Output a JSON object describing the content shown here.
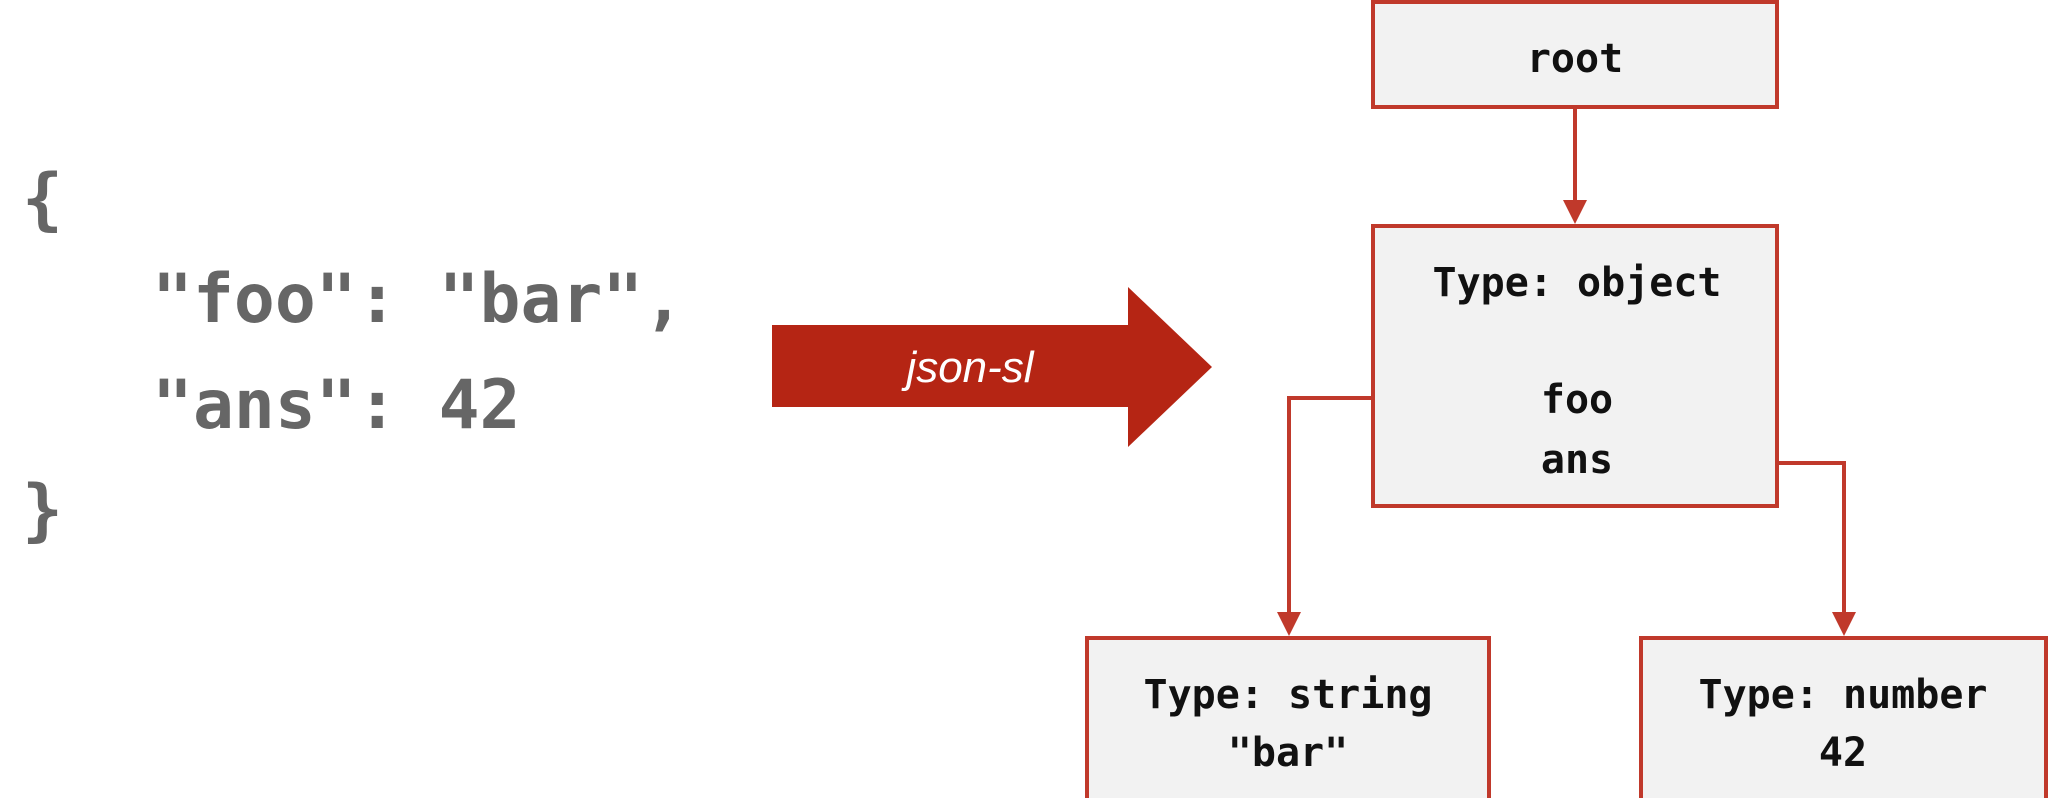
{
  "json_source": {
    "lines": [
      "{",
      "\"foo\": \"bar\",",
      "\"ans\": 42",
      "}"
    ]
  },
  "transform_arrow": {
    "label": "json-sl"
  },
  "tree": {
    "root": {
      "label": "root"
    },
    "object_node": {
      "type_label": "Type: object",
      "keys": [
        "foo",
        "ans"
      ]
    },
    "string_node": {
      "type_label": "Type: string",
      "value": "\"bar\""
    },
    "number_node": {
      "type_label": "Type: number",
      "value": "42"
    }
  },
  "colors": {
    "accent": "#c0392b",
    "arrow_fill": "#b52514",
    "box_fill": "#f2f2f2",
    "code_text": "#666666"
  }
}
